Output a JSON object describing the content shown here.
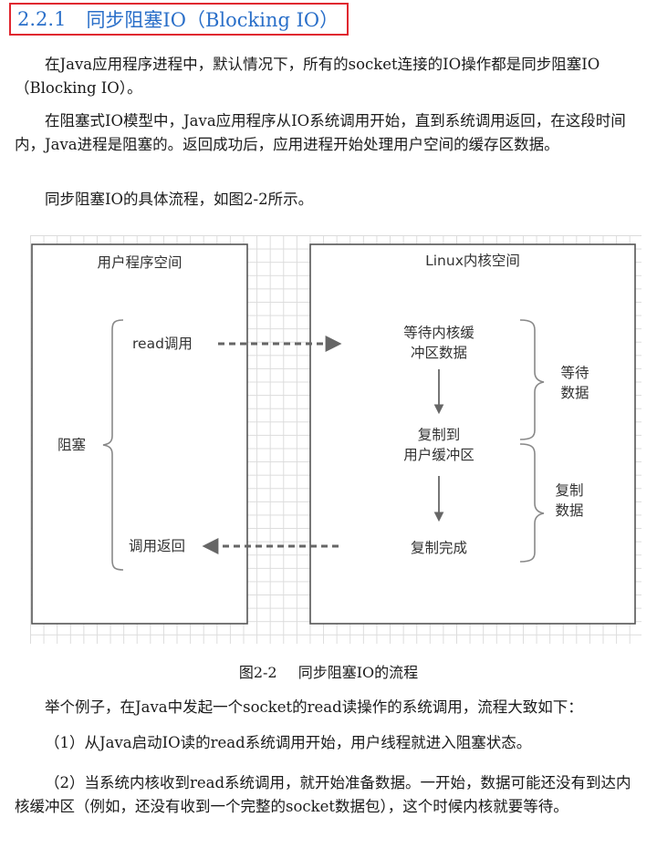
{
  "heading": {
    "number": "2.2.1",
    "title": "同步阻塞IO（Blocking IO）"
  },
  "paragraphs": [
    "在Java应用程序进程中，默认情况下，所有的socket连接的IO操作都是同步阻塞IO（Blocking IO）。",
    "在阻塞式IO模型中，Java应用程序从IO系统调用开始，直到系统调用返回，在这段时间内，Java进程是阻塞的。返回成功后，应用进程开始处理用户空间的缓存区数据。",
    "同步阻塞IO的具体流程，如图2-2所示。"
  ],
  "figure": {
    "user_space_title": "用户程序空间",
    "kernel_space_title": "Linux内核空间",
    "read_call": "read调用",
    "call_return": "调用返回",
    "blocked": "阻塞",
    "wait_kernel_buffer_line1": "等待内核缓",
    "wait_kernel_buffer_line2": "冲区数据",
    "copy_to_line1": "复制到",
    "copy_to_line2": "用户缓冲区",
    "copy_done": "复制完成",
    "wait_data_line1": "等待",
    "wait_data_line2": "数据",
    "copy_data_line1": "复制",
    "copy_data_line2": "数据"
  },
  "caption": {
    "number": "图2-2",
    "text": "同步阻塞IO的流程"
  },
  "after": [
    "举个例子，在Java中发起一个socket的read读操作的系统调用，流程大致如下：",
    "（1）从Java启动IO读的read系统调用开始，用户线程就进入阻塞状态。",
    "（2）当系统内核收到read系统调用，就开始准备数据。一开始，数据可能还没有到达内核缓冲区（例如，还没有收到一个完整的socket数据包），这个时候内核就要等待。"
  ]
}
